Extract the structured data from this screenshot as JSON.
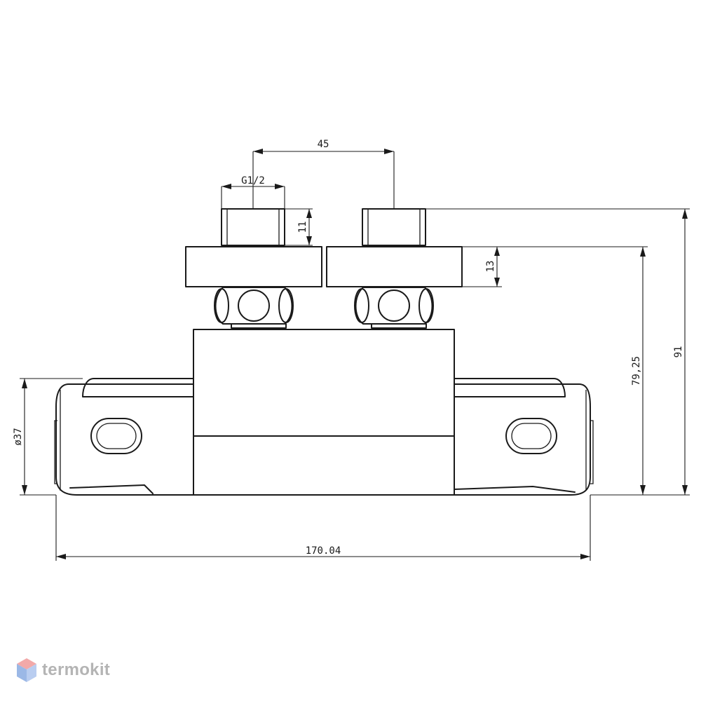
{
  "dimensions": {
    "spacing": "45",
    "thread": "G1/2",
    "thread_length": "11",
    "flange_height": "13",
    "inlet_height": "79,25",
    "overall_height": "91",
    "diameter": "ø37",
    "overall_width": "170.04"
  },
  "brand": {
    "name": "termokit",
    "colors": {
      "hex_top": "#f2a9a9",
      "hex_left": "#9bb8e6",
      "hex_right": "#b9cdf0",
      "text": "#b4b4b4"
    }
  },
  "drawing_color": "#1a1a1a"
}
